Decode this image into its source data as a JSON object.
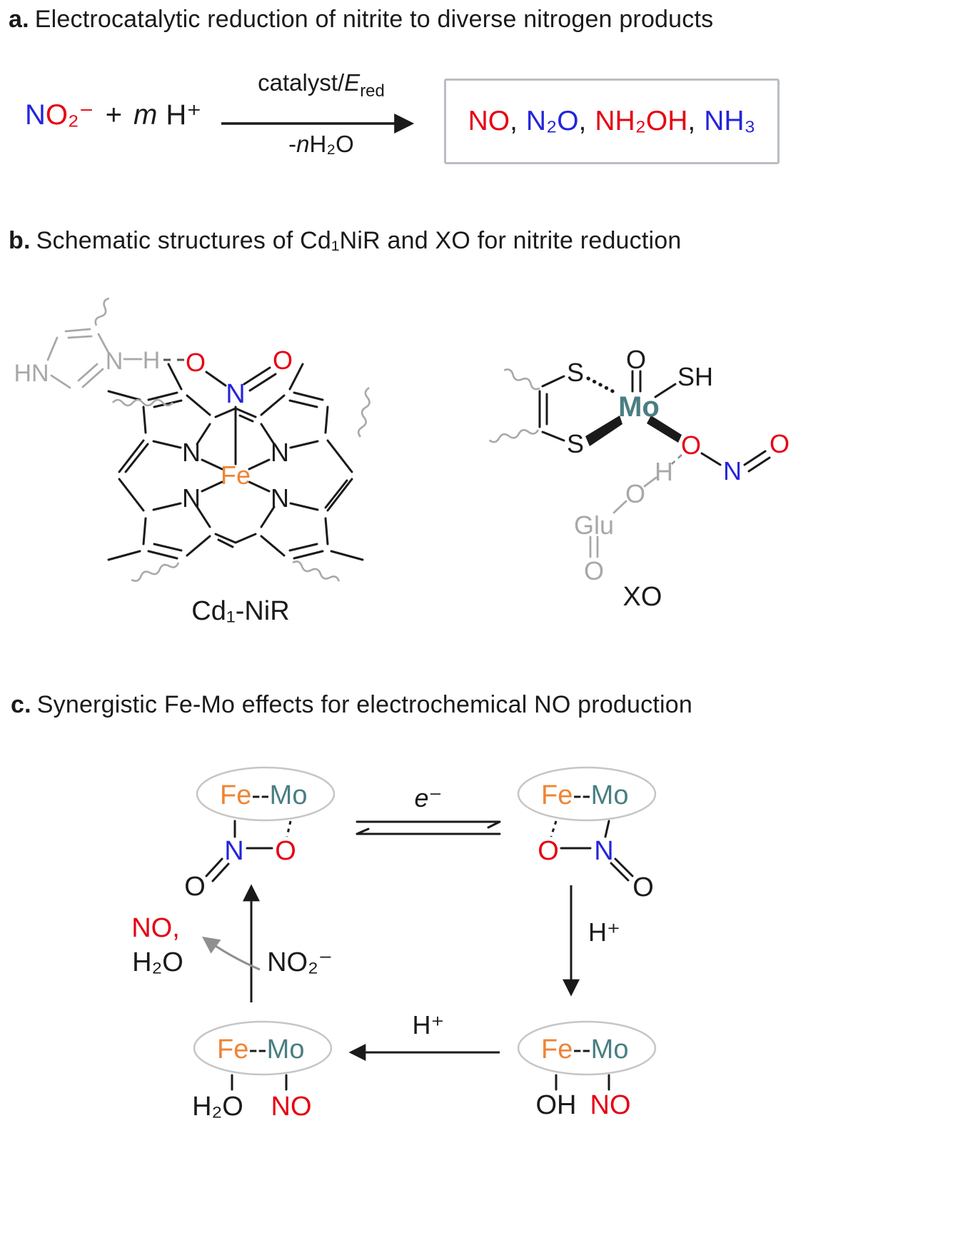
{
  "colors": {
    "red": "#e60012",
    "blue": "#2424dc",
    "orange_fe": "#ee8434",
    "teal_mo": "#4a7e82",
    "gray_protein": "#a8a8a8",
    "box_border": "#b9bec3",
    "black": "#1a1a1a"
  },
  "panel_a": {
    "label": "a.",
    "title": "Electrocatalytic reduction of nitrite to diverse nitrogen products",
    "reactant_n": "N",
    "reactant_o": "O₂⁻",
    "plus": "+",
    "m": "m",
    "hplus": "H⁺",
    "cond_top_pre": "catalyst/",
    "cond_top_e": "E",
    "cond_top_sub": "red",
    "cond_bot_pre": "-",
    "cond_bot_n": "n",
    "cond_bot_formula": "H₂O",
    "p1": "NO",
    "p2": "N₂O",
    "p3": "NH₂OH",
    "p4": "NH₃",
    "comma": ","
  },
  "panel_b": {
    "label": "b.",
    "title": "Schematic structures of Cd₁NiR and XO for nitrite reduction",
    "cd1nir": {
      "caption": "Cd₁-NiR",
      "fe": "Fe",
      "n": "N",
      "o": "O",
      "h": "H",
      "hn": "HN"
    },
    "xo": {
      "caption": "XO",
      "mo": "Mo",
      "s": "S",
      "sh": "SH",
      "o": "O",
      "n": "N",
      "h": "H",
      "glu": "Glu"
    }
  },
  "panel_c": {
    "label": "c.",
    "title": "Synergistic Fe-Mo effects for electrochemical NO production",
    "fe": "Fe",
    "bridge": "--",
    "mo": "Mo",
    "n": "N",
    "o": "O",
    "electron": "e⁻",
    "hplus": "H⁺",
    "oh": "OH",
    "no": "NO",
    "h2o": "H₂O",
    "no_out": "NO,",
    "h2o_out": "H₂O",
    "no2_in": "NO₂⁻"
  }
}
